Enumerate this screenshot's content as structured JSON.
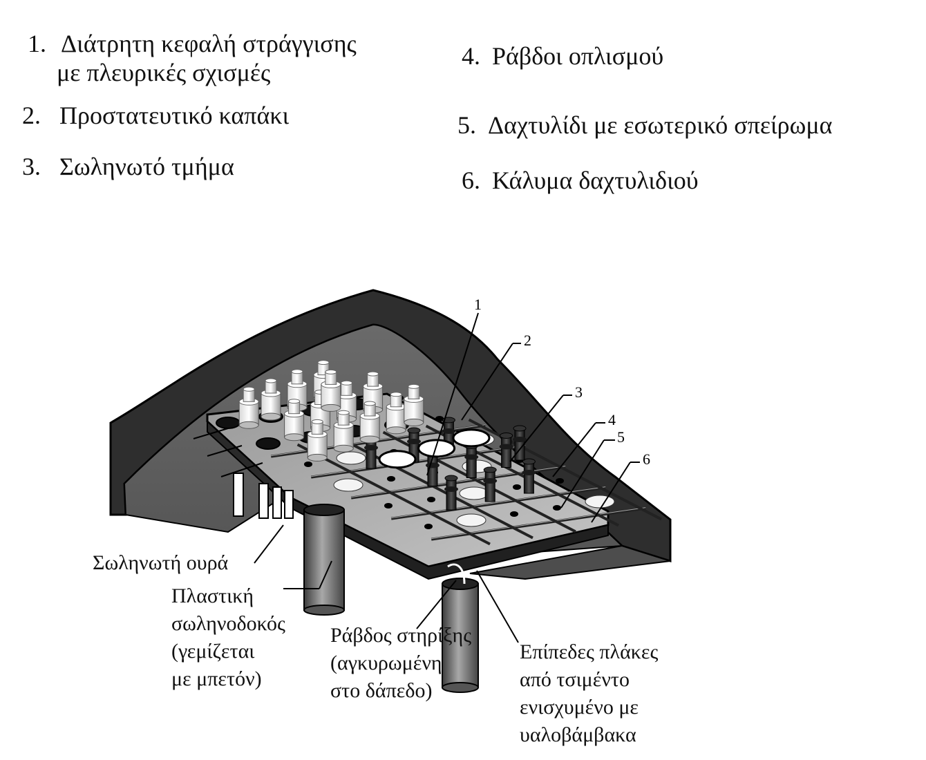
{
  "legend": [
    {
      "number": "1.",
      "lines": [
        "Διάτρητη κεφαλή στράγγισης",
        "με πλευρικές σχισμές"
      ]
    },
    {
      "number": "2.",
      "lines": [
        "Προστατευτικό καπάκι"
      ]
    },
    {
      "number": "3.",
      "lines": [
        "Σωληνωτό τμήμα"
      ]
    },
    {
      "number": "4.",
      "lines": [
        "Ράβδοι οπλισμού"
      ]
    },
    {
      "number": "5.",
      "lines": [
        "Δαχτυλίδι με εσωτερικό σπείρωμα"
      ]
    },
    {
      "number": "6.",
      "lines": [
        "Κάλυμα δαχτυλιδιού"
      ]
    }
  ],
  "part_numbers": [
    "1",
    "2",
    "3",
    "4",
    "5",
    "6"
  ],
  "callouts": {
    "tube_tail": "Σωληνωτή ουρά",
    "plastic_beam": [
      "Πλαστική",
      "σωληνοδοκός",
      "(γεμίζεται",
      "με μπετόν)"
    ],
    "support_rod": [
      "Ράβδος στηρίξης",
      "(αγκυρωμένη",
      "στο δάπεδο)"
    ],
    "flat_slabs": [
      "Επίπεδες πλάκες",
      "από τσιμέντο",
      "ενισχυμένο με",
      "υαλοβάμβακα"
    ]
  }
}
